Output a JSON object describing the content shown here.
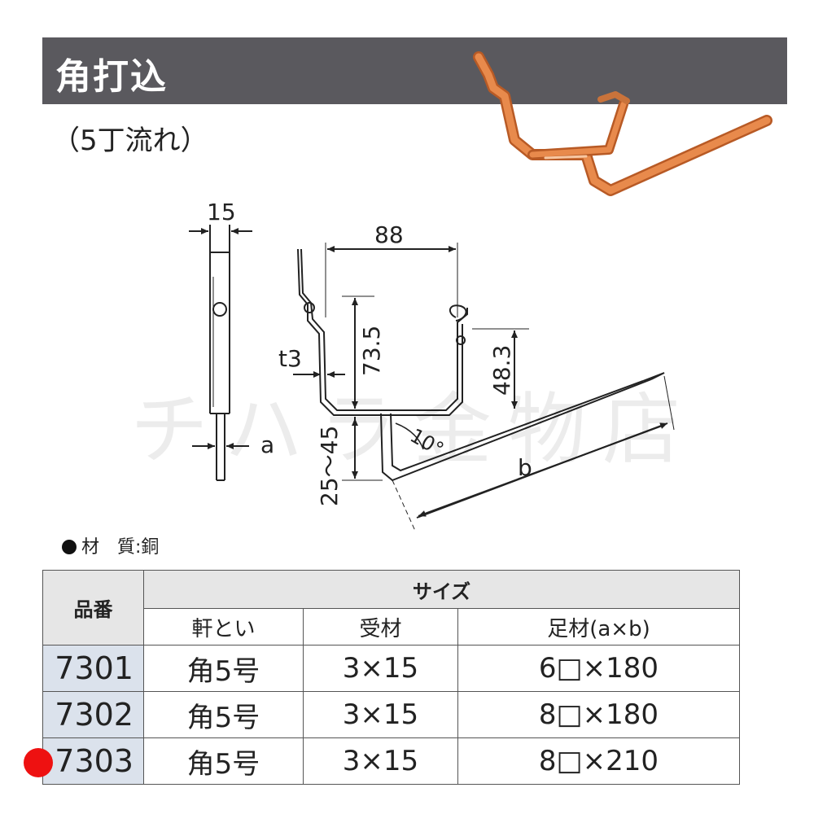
{
  "header": {
    "title": "角打込",
    "subtitle": "（5丁流れ）"
  },
  "drawing": {
    "dim_width": "15",
    "dim_a": "a",
    "dim_88": "88",
    "dim_t3": "t3",
    "dim_735": "73.5",
    "dim_483": "48.3",
    "dim_2545": "25～45",
    "dim_angle": "10°",
    "dim_b": "b"
  },
  "watermark": "チハラ金物店",
  "material": {
    "label": "材　質:銅"
  },
  "table": {
    "header_part_no": "品番",
    "header_size": "サイズ",
    "columns": [
      "軒とい",
      "受材",
      "足材(a×b)"
    ],
    "rows": [
      {
        "part_no": "7301",
        "gutter": "角5号",
        "receiver": "3×15",
        "leg": "6□×180"
      },
      {
        "part_no": "7302",
        "gutter": "角5号",
        "receiver": "3×15",
        "leg": "8□×180"
      },
      {
        "part_no": "7303",
        "gutter": "角5号",
        "receiver": "3×15",
        "leg": "8□×210"
      }
    ]
  },
  "colors": {
    "title_bar": "#5a595e",
    "copper": "#d9763a",
    "part_no_bg": "#dbe2ec",
    "marker": "#ee1111"
  }
}
